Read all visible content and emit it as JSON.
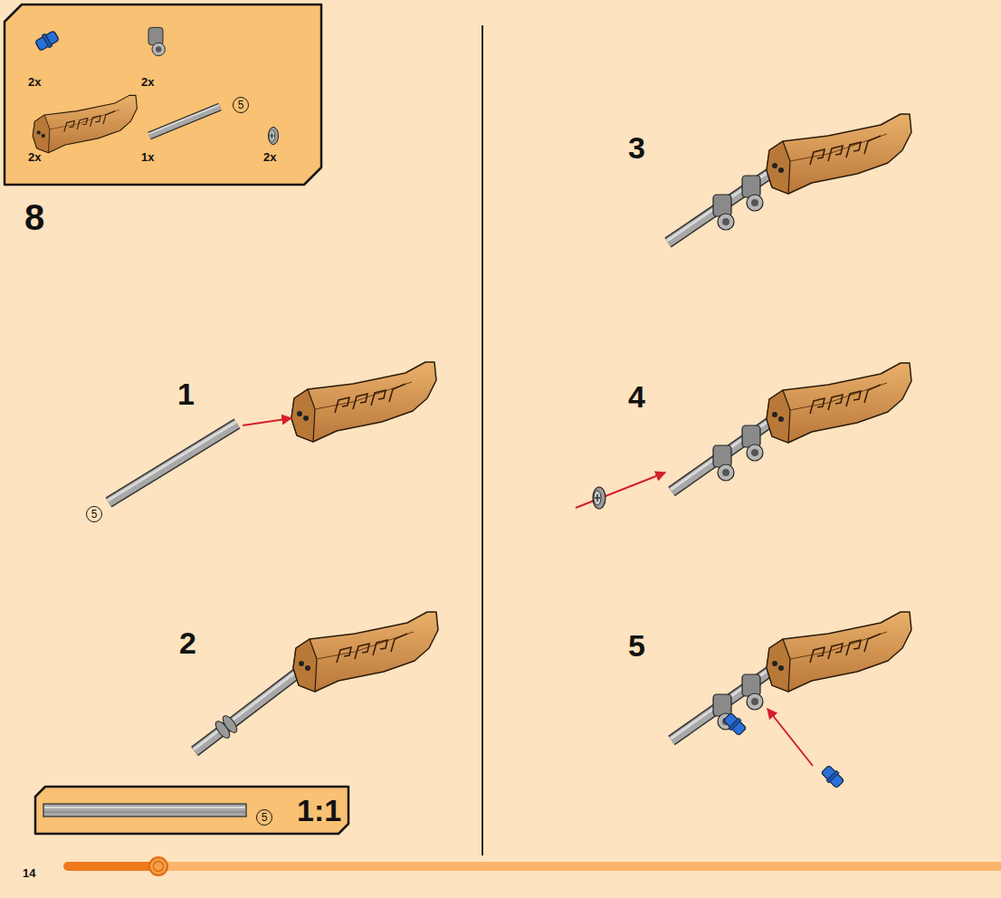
{
  "diagram": {
    "nodes": [
      {
        "text": [
          "2x",
          "2x",
          "2x",
          "1x",
          "2x"
        ]
      },
      {
        "text": [
          "5"
        ],
        "in": 0
      },
      {
        "text": [
          "5"
        ]
      },
      {
        "text": [
          "1:1"
        ]
      },
      {
        "text": [
          "5"
        ],
        "in": 3
      }
    ],
    "labels": [
      "8",
      "1",
      "2",
      "3",
      "4",
      "5",
      "14"
    ]
  }
}
